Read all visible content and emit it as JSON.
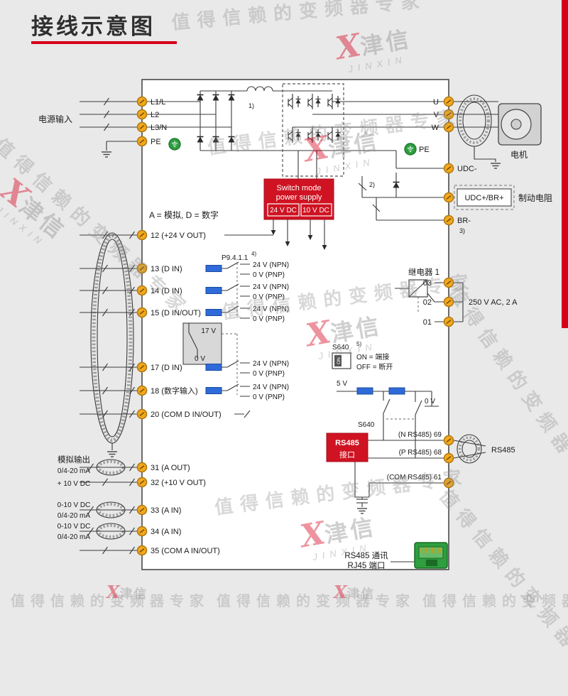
{
  "title": "接线示意图",
  "colors": {
    "accent_red": "#d6001c",
    "psu_red": "#cf1322",
    "terminal_yellow": "#f3a81e",
    "pe_green": "#2e9e3e",
    "component_blue": "#2f6bd8",
    "rj45_green": "#2e9e3e"
  },
  "watermark": {
    "slogan": "值得信赖的变频器专家",
    "brand_x": "X",
    "brand": "津信",
    "brand_en": "JINXIN"
  },
  "input": {
    "label": "电源输入",
    "l1": "L1/L",
    "l2": "L2",
    "l3": "L3/N",
    "pe": "PE"
  },
  "output": {
    "u": "U",
    "v": "V",
    "w": "W",
    "pe": "PE",
    "motor": "电机"
  },
  "dc": {
    "udc_minus": "UDC-",
    "udc_plus": "UDC+/BR+",
    "br_minus": "BR-",
    "brake_resistor": "制动电阻"
  },
  "notes": {
    "n1": "1)",
    "n2": "2)",
    "n3": "3)",
    "n4": "4)",
    "n5": "5)"
  },
  "psu": {
    "line1": "Switch mode",
    "line2": "power supply",
    "out24": "24 V DC",
    "out10": "10 V DC"
  },
  "legend": "A = 模拟, D = 数字",
  "p941": "P9.4.1.1",
  "rows": {
    "t12": "12 (+24 V OUT)",
    "t13": "13 (D IN)",
    "t14": "14 (D IN)",
    "t15": "15 (D IN/OUT)",
    "t17": "17 (D IN)",
    "t18": "18 (数字输入)",
    "t20": "20 (COM D IN/OUT)",
    "t31": "31 (A OUT)",
    "t32": "32 (+10 V OUT)",
    "t33": "33 (A IN)",
    "t34": "34 (A IN)",
    "t35": "35 (COM A IN/OUT)"
  },
  "io": {
    "npn": "24 V (NPN)",
    "pnp": "0 V (PNP)",
    "v17": "17 V",
    "v0": "0 V"
  },
  "relay": {
    "title": "继电器 1",
    "t03": "03",
    "t02": "02",
    "t01": "01",
    "rating": "250 V AC, 2 A"
  },
  "s640": {
    "name": "S640",
    "dip": "ON",
    "on": "ON = 端接",
    "off": "OFF = 断开",
    "v5": "5 V",
    "v0": "0 V"
  },
  "rs485": {
    "box1": "RS485",
    "box2": "接口",
    "n": "(N RS485) 69",
    "p": "(P RS485) 68",
    "com": "(COM RS485) 61",
    "label": "RS485",
    "rj45_1": "RS485 通讯",
    "rj45_2": "RJ45 端口"
  },
  "analog": {
    "out_label": "模拟输出",
    "ma": "0/4-20 mA",
    "v10": "+ 10 V DC",
    "vdc": "0-10 V DC"
  }
}
